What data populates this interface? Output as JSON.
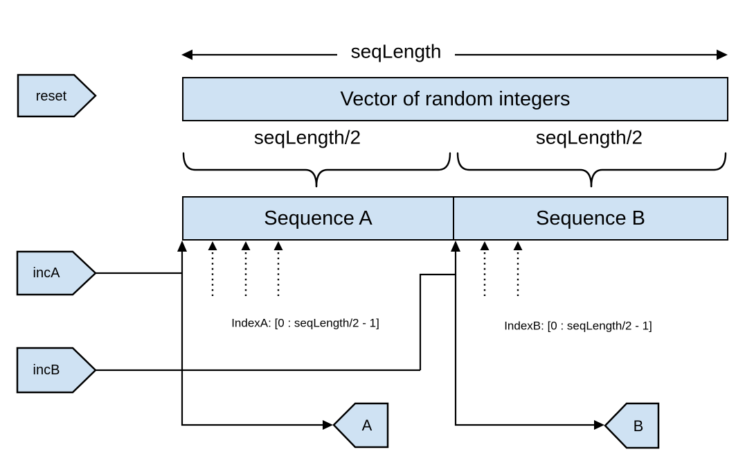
{
  "colors": {
    "background": "#ffffff",
    "shape-fill": "#cfe2f3",
    "stroke": "#000000",
    "text": "#000000"
  },
  "header": {
    "length_arrow_label": "seqLength"
  },
  "vector": {
    "label": "Vector of random integers"
  },
  "halves": {
    "left_label": "seqLength/2",
    "right_label": "seqLength/2"
  },
  "sequences": {
    "a_label": "Sequence A",
    "b_label": "Sequence B"
  },
  "indexes": {
    "a_label": "IndexA: [0 : seqLength/2 - 1]",
    "b_label": "IndexB: [0 : seqLength/2 - 1]"
  },
  "ports": {
    "reset_label": "reset",
    "inc_a_label": "incA",
    "inc_b_label": "incB"
  },
  "counters": {
    "a_label": "A",
    "b_label": "B"
  }
}
